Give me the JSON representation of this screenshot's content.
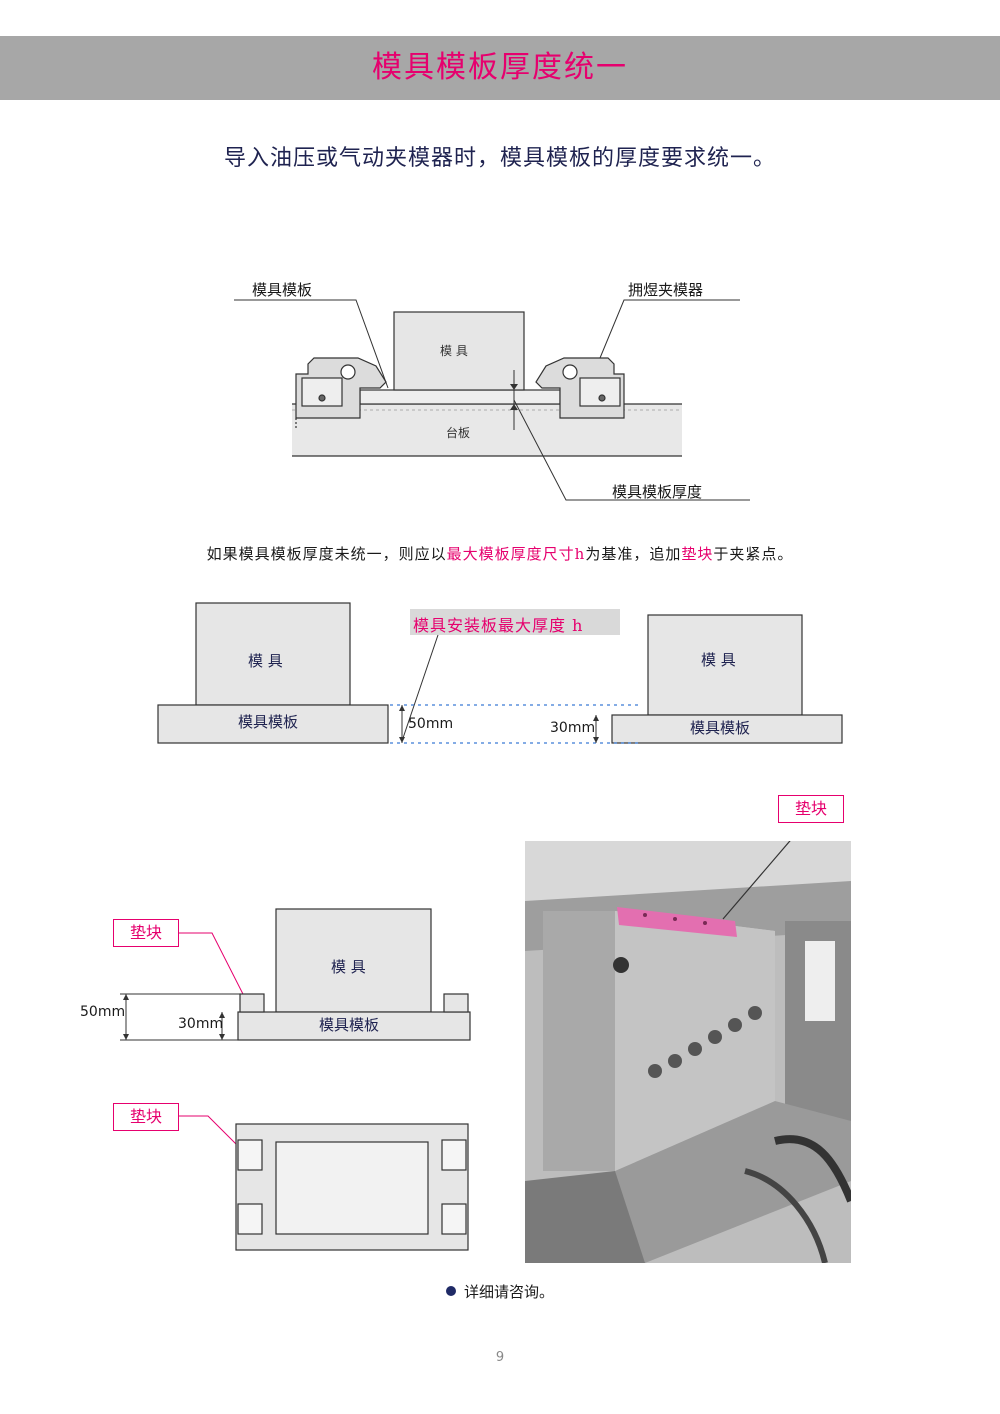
{
  "header": {
    "title": "模具模板厚度统一"
  },
  "subtitle": "导入油压或气动夹模器时，模具模板的厚度要求统一。",
  "diagram1": {
    "label_plate": "模具模板",
    "label_clamp": "拥煜夹模器",
    "label_mold": "模 具",
    "label_table": "台板",
    "label_thickness": "模具模板厚度"
  },
  "note": {
    "part1": "如果模具模板厚度未统一，则应以",
    "highlight1": "最大模板厚度尺寸h",
    "part2": "为基准，追加",
    "highlight2": "垫块",
    "part3": "于夹紧点。"
  },
  "diagram2": {
    "left_mold": "模 具",
    "left_plate": "模具模板",
    "right_mold": "模 具",
    "right_plate": "模具模板",
    "max_label": "模具安装板最大厚度 h",
    "dim_50": "50mm",
    "dim_30": "30mm"
  },
  "diagram3": {
    "tag_spacer": "垫块",
    "mold": "模 具",
    "plate": "模具模板",
    "dim_50": "50mm",
    "dim_30": "30mm"
  },
  "diagram4": {
    "tag_spacer": "垫块"
  },
  "photo": {
    "tag_spacer": "垫块"
  },
  "footer": {
    "consult": "详细请咨询。",
    "page_number": "9"
  },
  "colors": {
    "accent": "#e6006e",
    "title_bar": "#a7a7a7",
    "navy": "#1f2350",
    "gray_fill": "#e6e6e6"
  }
}
